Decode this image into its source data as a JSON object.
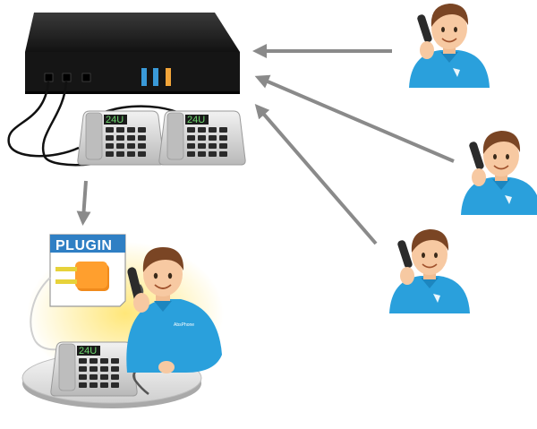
{
  "plugin": {
    "label": "PLUGIN"
  },
  "phones": {
    "left_lcd": "24U",
    "right_lcd": "24U",
    "agent_lcd": "24U"
  },
  "agent": {
    "shirt_logo_text": "AbsPhone"
  },
  "colors": {
    "pbx_body": "#1b1b1b",
    "port_blue": "#3a9ad9",
    "port_orange": "#f2a53a",
    "arrow": "#8a8a8a",
    "shirt": "#2aa0dc",
    "skin": "#f7c9a2",
    "hair": "#7a4524",
    "plugin_banner": "#2f7fc4",
    "plug_orange": "#f08a1c"
  },
  "icons": [
    "pbx-device-icon",
    "desk-phone-icon",
    "caller-person-icon",
    "plug-icon",
    "arrow-icon"
  ]
}
